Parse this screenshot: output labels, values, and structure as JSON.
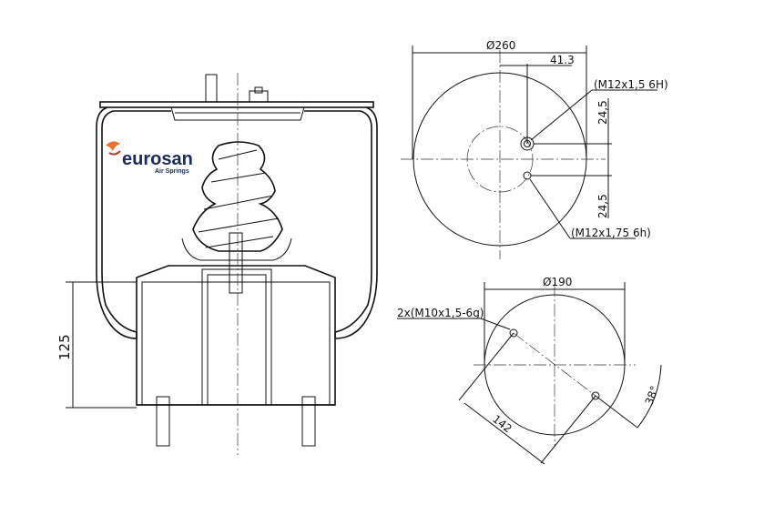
{
  "logo": {
    "brand": "eurosan",
    "tagline": "Air Springs",
    "color": "#1a2a5a",
    "accent": "#e8732a"
  },
  "side_view": {
    "height_dim": "125"
  },
  "top_view": {
    "diameter": "Ø260",
    "offset": "41.3",
    "thread_upper": "(M12x1,5 6H)",
    "dim_upper": "24,5",
    "dim_lower": "24,5",
    "thread_lower": "(M12x1,75 6h)"
  },
  "bottom_view": {
    "diameter": "Ø190",
    "thread": "2x(M10x1,5-6g)",
    "bolt_distance": "142",
    "angle": "38°"
  }
}
